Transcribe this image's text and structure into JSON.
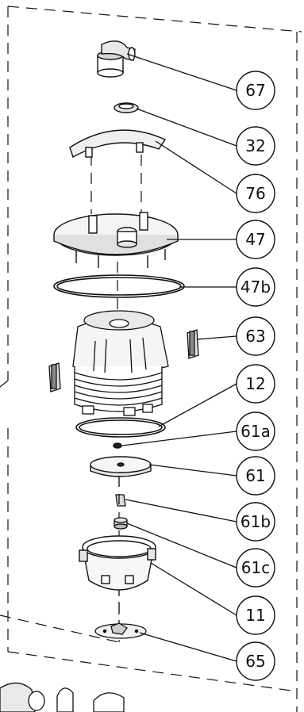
{
  "diagram": {
    "title": "",
    "callouts": [
      {
        "id": "c67",
        "label": "67"
      },
      {
        "id": "c32",
        "label": "32"
      },
      {
        "id": "c76",
        "label": "76"
      },
      {
        "id": "c47",
        "label": "47"
      },
      {
        "id": "c47b",
        "label": "47b"
      },
      {
        "id": "c63",
        "label": "63"
      },
      {
        "id": "c12",
        "label": "12"
      },
      {
        "id": "c61a",
        "label": "61a"
      },
      {
        "id": "c61",
        "label": "61"
      },
      {
        "id": "c61b",
        "label": "61b"
      },
      {
        "id": "c61c",
        "label": "61c"
      },
      {
        "id": "c11",
        "label": "11"
      },
      {
        "id": "c65",
        "label": "65"
      }
    ],
    "parts": [
      {
        "id": "p67",
        "icon": "hose-elbow-connector-icon"
      },
      {
        "id": "p32",
        "icon": "seal-ring-icon"
      },
      {
        "id": "p76",
        "icon": "curved-handle-bracket-icon"
      },
      {
        "id": "p47",
        "icon": "motor-cover-plate-icon"
      },
      {
        "id": "p47b",
        "icon": "o-ring-gasket-icon"
      },
      {
        "id": "p63",
        "icon": "carbon-brush-icon"
      },
      {
        "id": "p12",
        "icon": "motor-housing-icon"
      },
      {
        "id": "p61a",
        "icon": "small-washer-icon"
      },
      {
        "id": "p61",
        "icon": "impeller-disc-icon"
      },
      {
        "id": "p61b",
        "icon": "clip-icon"
      },
      {
        "id": "p61c",
        "icon": "nut-icon"
      },
      {
        "id": "p11",
        "icon": "fan-housing-bowl-icon"
      },
      {
        "id": "p65",
        "icon": "base-disc-icon"
      }
    ],
    "colors": {
      "line": "#111111",
      "fill": "#ffffff",
      "shade": "#cfcfcf"
    }
  }
}
